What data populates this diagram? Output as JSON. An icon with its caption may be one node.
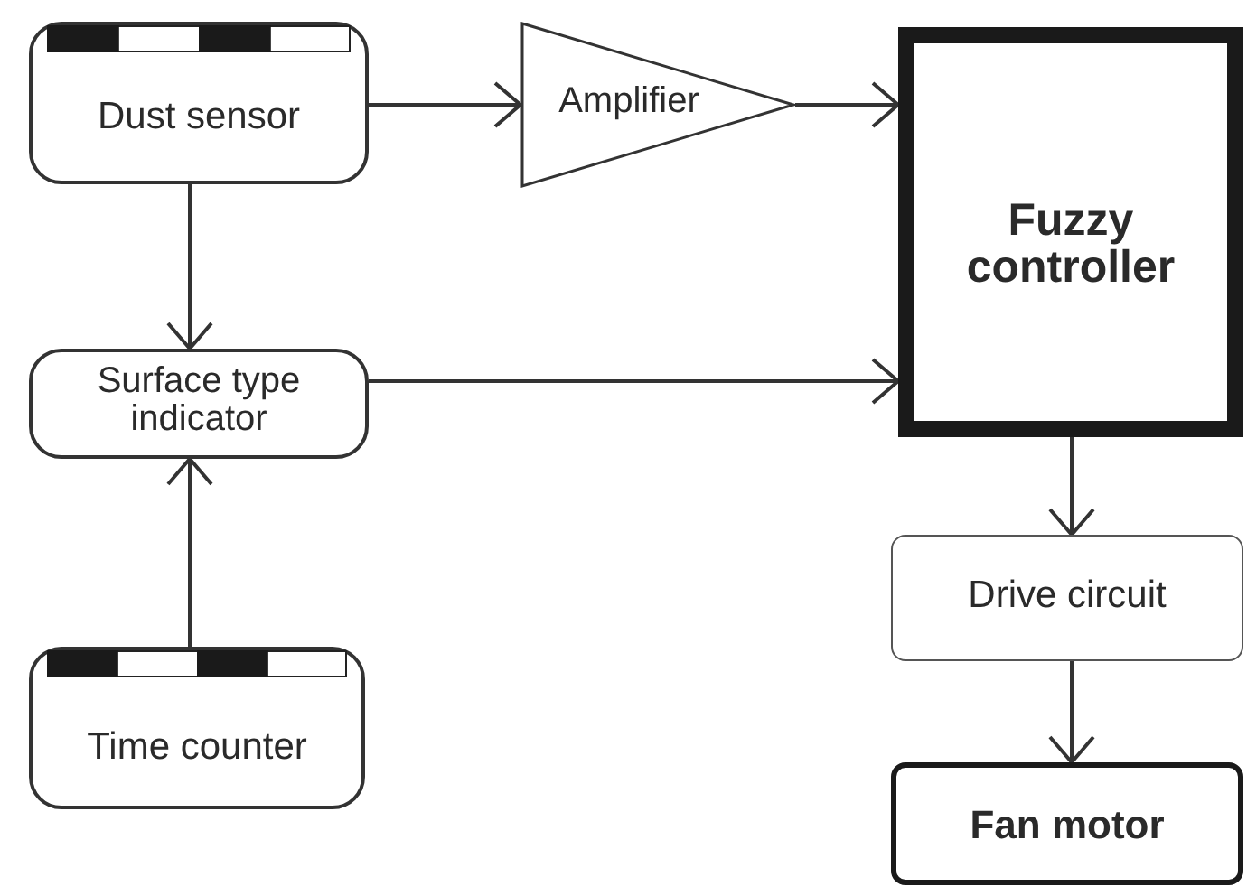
{
  "diagram": {
    "nodes": [
      {
        "text": [
          "Dust sensor"
        ]
      },
      {
        "text": [
          "Amplifier"
        ]
      },
      {
        "text": [
          "Fuzzy controller"
        ]
      },
      {
        "text": [
          "Surface type indicator"
        ]
      },
      {
        "text": [
          "Drive circuit"
        ]
      },
      {
        "text": [
          "Time counter"
        ]
      },
      {
        "text": [
          "Fan motor"
        ]
      }
    ],
    "edges": [
      {
        "from": 0,
        "to": 1,
        "arrow": "to"
      },
      {
        "from": 1,
        "to": 2,
        "arrow": "to"
      },
      {
        "from": 0,
        "to": 3,
        "arrow": "to"
      },
      {
        "from": 3,
        "to": 2,
        "arrow": "to"
      },
      {
        "from": 5,
        "to": 3,
        "arrow": "to"
      },
      {
        "from": 2,
        "to": 4,
        "arrow": "to"
      },
      {
        "from": 4,
        "to": 6,
        "arrow": "to"
      }
    ]
  }
}
